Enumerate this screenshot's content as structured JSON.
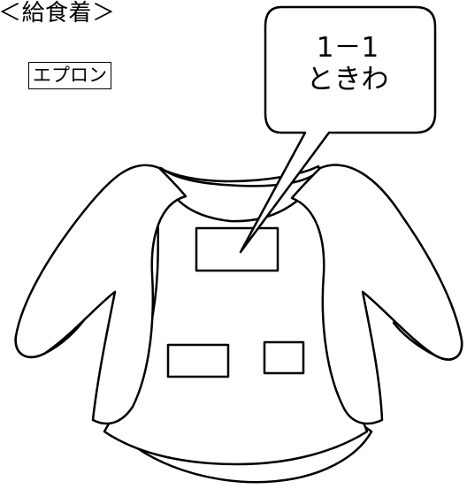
{
  "title": "＜給食着＞",
  "garment_part_label": "エプロン",
  "nametag": {
    "line1": "1－1",
    "line2": "ときわ"
  },
  "colors": {
    "line": "#000000",
    "fill": "#ffffff"
  }
}
